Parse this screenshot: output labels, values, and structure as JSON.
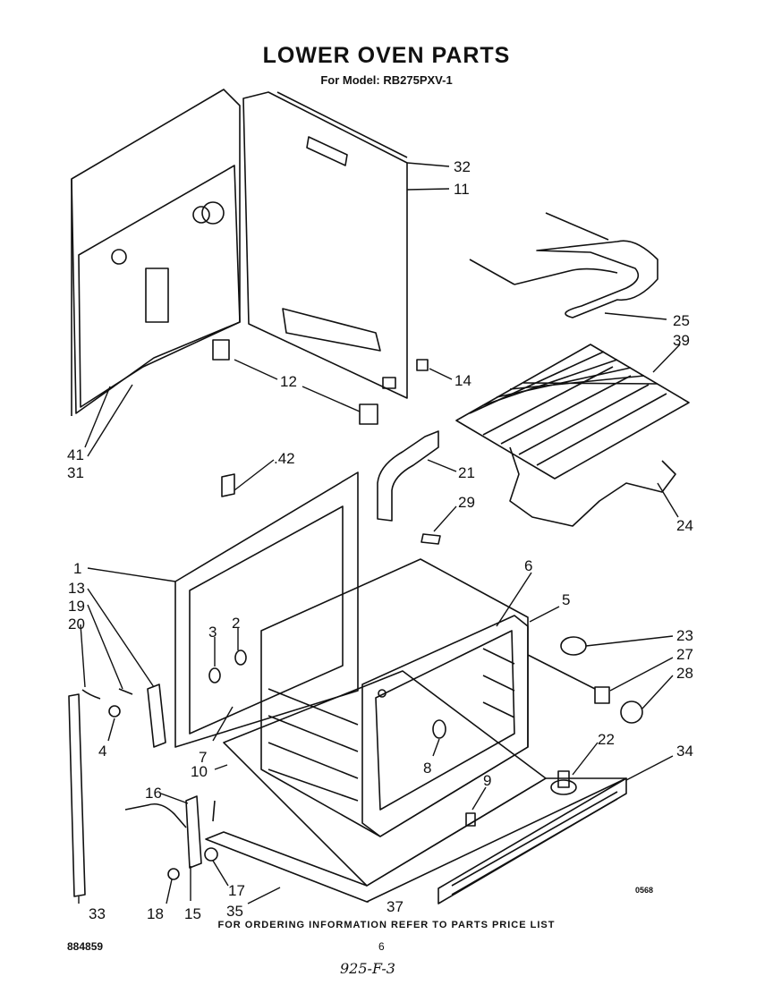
{
  "title": "LOWER OVEN PARTS",
  "subtitle": "For Model: RB275PXV-1",
  "footer_note": "FOR ORDERING INFORMATION REFER TO PARTS PRICE LIST",
  "doc_number": "884859",
  "page_number": "6",
  "handwritten_note": "925-F-3",
  "drawing_code": "0568",
  "callouts": {
    "c1": "1",
    "c2": "2",
    "c3": "3",
    "c4": "4",
    "c5": "5",
    "c6": "6",
    "c7": "7",
    "c8": "8",
    "c9": "9",
    "c10": "10",
    "c11": "11",
    "c12": "12",
    "c13": "13",
    "c14": "14",
    "c15": "15",
    "c16": "16",
    "c17": "17",
    "c18": "18",
    "c19": "19",
    "c20": "20",
    "c21": "21",
    "c22": "22",
    "c23": "23",
    "c24": "24",
    "c25": "25",
    "c27": "27",
    "c28": "28",
    "c29": "29",
    "c31": "31",
    "c32": "32",
    "c33": "33",
    "c34": "34",
    "c35": "35",
    "c37": "37",
    "c39": "39",
    "c41": "41",
    "c42": ".42"
  }
}
